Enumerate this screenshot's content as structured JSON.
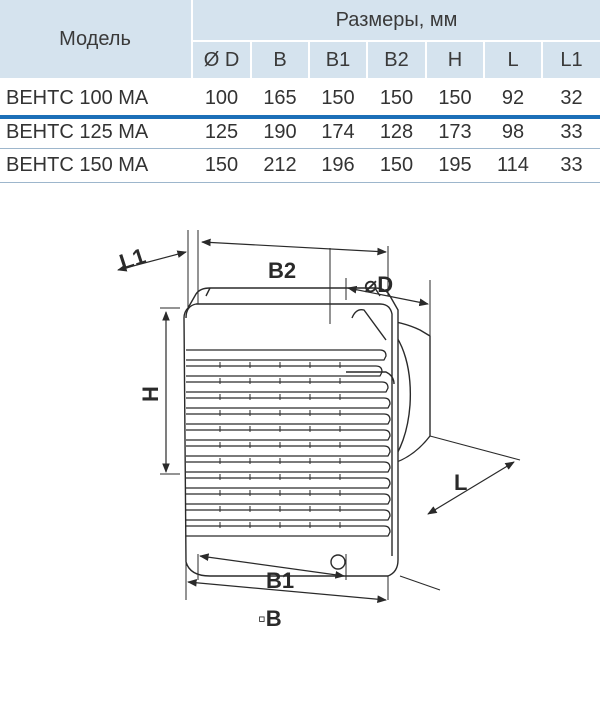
{
  "table": {
    "model_header": "Модель",
    "group_header": "Размеры, мм",
    "columns": [
      "Ø D",
      "B",
      "B1",
      "B2",
      "H",
      "L",
      "L1"
    ],
    "rows": [
      {
        "model": "ВЕНТС 100 МА",
        "values": [
          "100",
          "165",
          "150",
          "150",
          "150",
          "92",
          "32"
        ]
      },
      {
        "model": "ВЕНТС 125 МА",
        "values": [
          "125",
          "190",
          "174",
          "128",
          "173",
          "98",
          "33"
        ]
      },
      {
        "model": "ВЕНТС 150 МА",
        "values": [
          "150",
          "212",
          "196",
          "150",
          "195",
          "114",
          "33"
        ]
      }
    ]
  },
  "drawing": {
    "labels": {
      "L1": "L1",
      "B2": "B2",
      "D": "⌀D",
      "H": "H",
      "L": "L",
      "B1": "B1",
      "B": "▫B"
    }
  },
  "colors": {
    "header_bg": "#d5e3ee",
    "row_separator": "#1c6fb8"
  }
}
